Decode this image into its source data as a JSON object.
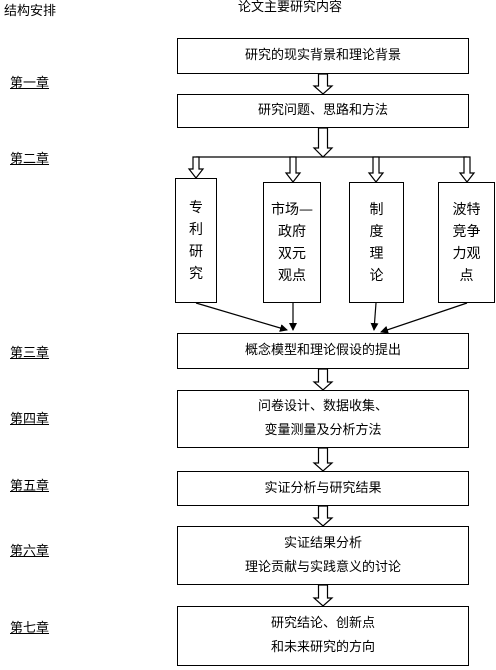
{
  "header": {
    "left": "结构安排",
    "center": "论文主要研究内容"
  },
  "chapters": [
    "第一章",
    "第二章",
    "第三章",
    "第四章",
    "第五章",
    "第六章",
    "第七章"
  ],
  "boxes": {
    "background": "研究的现实背景和理论背景",
    "questions": "研究问题、思路和方法",
    "model": "概念模型和理论假设的提出",
    "design_line1": "问卷设计、数据收集、",
    "design_line2": "变量测量及分析方法",
    "results": "实证分析与研究结果",
    "discussion_line1": "实证结果分析",
    "discussion_line2": "理论贡献与实践意义的讨论",
    "conclusion_line1": "研究结论、创新点",
    "conclusion_line2": "和未来研究的方向"
  },
  "theories": [
    {
      "lines": [
        "专",
        "利",
        "研",
        "究"
      ]
    },
    {
      "lines": [
        "市场—",
        "政府",
        "双元",
        "观点"
      ]
    },
    {
      "lines": [
        "制",
        "度",
        "理",
        "论"
      ]
    },
    {
      "lines": [
        "波特",
        "竞争",
        "力观",
        "点"
      ]
    }
  ]
}
